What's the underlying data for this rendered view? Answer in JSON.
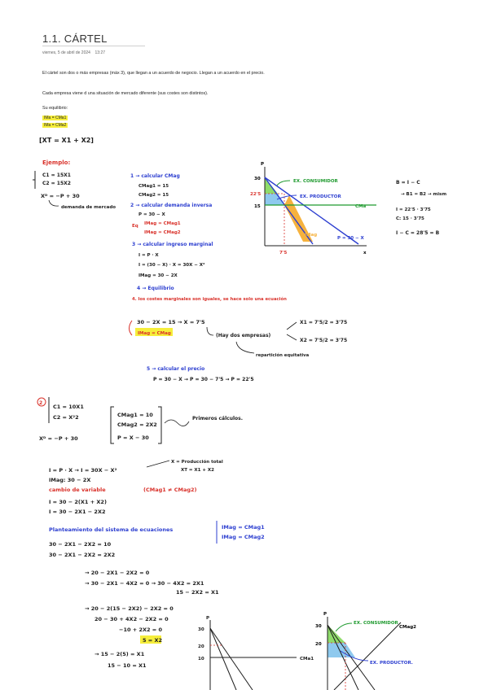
{
  "title": "1.1. CÁRTEL",
  "date": "viernes, 5 de abril de 2024",
  "time": "13:27",
  "paragraphs": [
    "El cártel son dos o más empresas (máx 3), que llegan a un acuerdo de negocio. Llegan a un acuerdo en el precio.",
    "Cada empresa viene d una situación de mercado diferente (sus costes son distintos).",
    "Su equilibrio:"
  ],
  "equilibrium": [
    "IMa = CMa1",
    "IMa = CMa2"
  ],
  "notes": {
    "xt": "[XT = X1 + X2]",
    "ejemplo": "Ejemplo:",
    "c1": "C1 = 15X1",
    "c2": "C2 = 15X2",
    "xd": "Xᴰ = −P + 30",
    "demanda": "demanda de mercado",
    "s1": "1 → calcular CMag",
    "cmag1": "CMag1 = 15",
    "cmag2": "CMag2 = 15",
    "s2": "2 → calcular demanda inversa",
    "p30": "P = 30 − X",
    "eq_label": "Eq",
    "eq1": "IMag = CMag1",
    "eq2": "IMag = CMag2",
    "s3": "3 → calcular ingreso marginal",
    "i1": "I = P · X",
    "i2": "I = (30 − X) · X = 30X − X²",
    "i3": "IMag = 30 − 2X",
    "s4": "4 → Equilibrio",
    "s4b": "4. los costes marginales son iguales, se hace solo una ecuación",
    "eqn": "30 − 2X = 15 → X = 7'5",
    "hay": "(Hay dos empresas)",
    "imag_cmag": "IMag = CMag",
    "x1": "X1 = 7'5/2 = 3'75",
    "x2": "X2 = 7'5/2 = 3'75",
    "reparticion": "repartición equitativa",
    "s5": "5 → calcular el precio",
    "price": "P = 30 − X → P = 30 − 7'5 → P = 22'5",
    "b1": "B = I − C",
    "b2": "→ B1 = B2 → mism",
    "b3": "I = 22'5 · 3'75",
    "b4": "C: 15 · 3'75",
    "b5": "I − C = 28'5 = B",
    "g_exc": "EX. CONSUMIDOR",
    "g_exp": "EX. PRODUCTOR",
    "g_cma": "CMa",
    "g_imag": "IMag",
    "g_p": "P = 30 − X",
    "g_30": "30",
    "g_225": "22'5",
    "g_15": "15",
    "g_75": "7'5",
    "g_x": "x",
    "g_paxis": "P",
    "n2": "2",
    "d_c1": "C1 = 10X1",
    "d_c2": "C2 = X²2",
    "d_xd": "Xᴰ = −P + 30",
    "d_m1": "CMag1 = 10",
    "d_m2": "CMag2 = 2X2",
    "d_p": "P = X − 30",
    "d_prim": "Primeros cálculos.",
    "d_i1": "I = P · X → I = 30X − X²",
    "d_ptot": "X = Producción total",
    "d_xt": "XT = X1 + X2",
    "d_imag": "IMag: 30 − 2X",
    "d_cambio": "cambio de variable",
    "d_neq": "(CMag1 ≠ CMag2)",
    "d_i2": "I = 30 − 2(X1 + X2)",
    "d_i3": "I = 30 − 2X1 − 2X2",
    "d_plan": "Planteamiento del sistema de ecuaciones",
    "d_sys1": "IMag = CMag1",
    "d_sys2": "IMag = CMag2",
    "d_e1": "30 − 2X1 − 2X2 = 10",
    "d_e2": "30 − 2X1 − 2X2 = 2X2",
    "d_r1": "→ 20 − 2X1 − 2X2 = 0",
    "d_r2": "→ 30 − 2X1 − 4X2 = 0 → 30 − 4X2 = 2X1",
    "d_r3": "15 − 2X2 = X1",
    "d_r4": "→ 20 − 2(15 − 2X2) − 2X2 = 0",
    "d_r5": "20 − 30 + 4X2 − 2X2 = 0",
    "d_r6": "−10 + 2X2 = 0",
    "d_r7": "5 = X2",
    "d_r8": "→ 15 − 2(5) = X1",
    "d_r9": "15 − 10 = X1",
    "g2_30": "30",
    "g2_20": "20",
    "g2_10": "10",
    "g2_cma": "CMa1",
    "g2_p": "P",
    "g3_p": "P",
    "g3_30": "30",
    "g3_20": "20",
    "g3_exc": "EX. CONSUMIDOR",
    "g3_cmag": "CMag2",
    "g3_exp": "EX. PRODUCTOR."
  },
  "colors": {
    "ink": "#1d1d1d",
    "blue": "#2d3fd0",
    "red": "#d9322b",
    "green": "#1f9a2f",
    "highlight": "#f6ee3b",
    "fill_green": "#8fdc6b",
    "fill_blue": "#8ec9ee",
    "fill_orange": "#f6b23e"
  }
}
